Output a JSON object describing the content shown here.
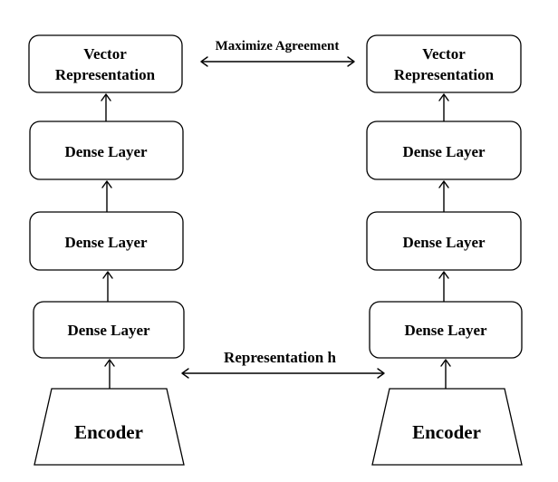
{
  "left_column": {
    "vector_box": {
      "line1": "Vector",
      "line2": "Representation"
    },
    "dense_layers": [
      "Dense Layer",
      "Dense Layer",
      "Dense Layer"
    ],
    "encoder": "Encoder"
  },
  "right_column": {
    "vector_box": {
      "line1": "Vector",
      "line2": "Representation"
    },
    "dense_layers": [
      "Dense Layer",
      "Dense Layer",
      "Dense Layer"
    ],
    "encoder": "Encoder"
  },
  "connections": {
    "maximize_agreement": "Maximize Agreement",
    "representation_h": "Representation h"
  },
  "colors": {
    "stroke": "#000000",
    "fill": "#ffffff",
    "text": "#000000"
  }
}
